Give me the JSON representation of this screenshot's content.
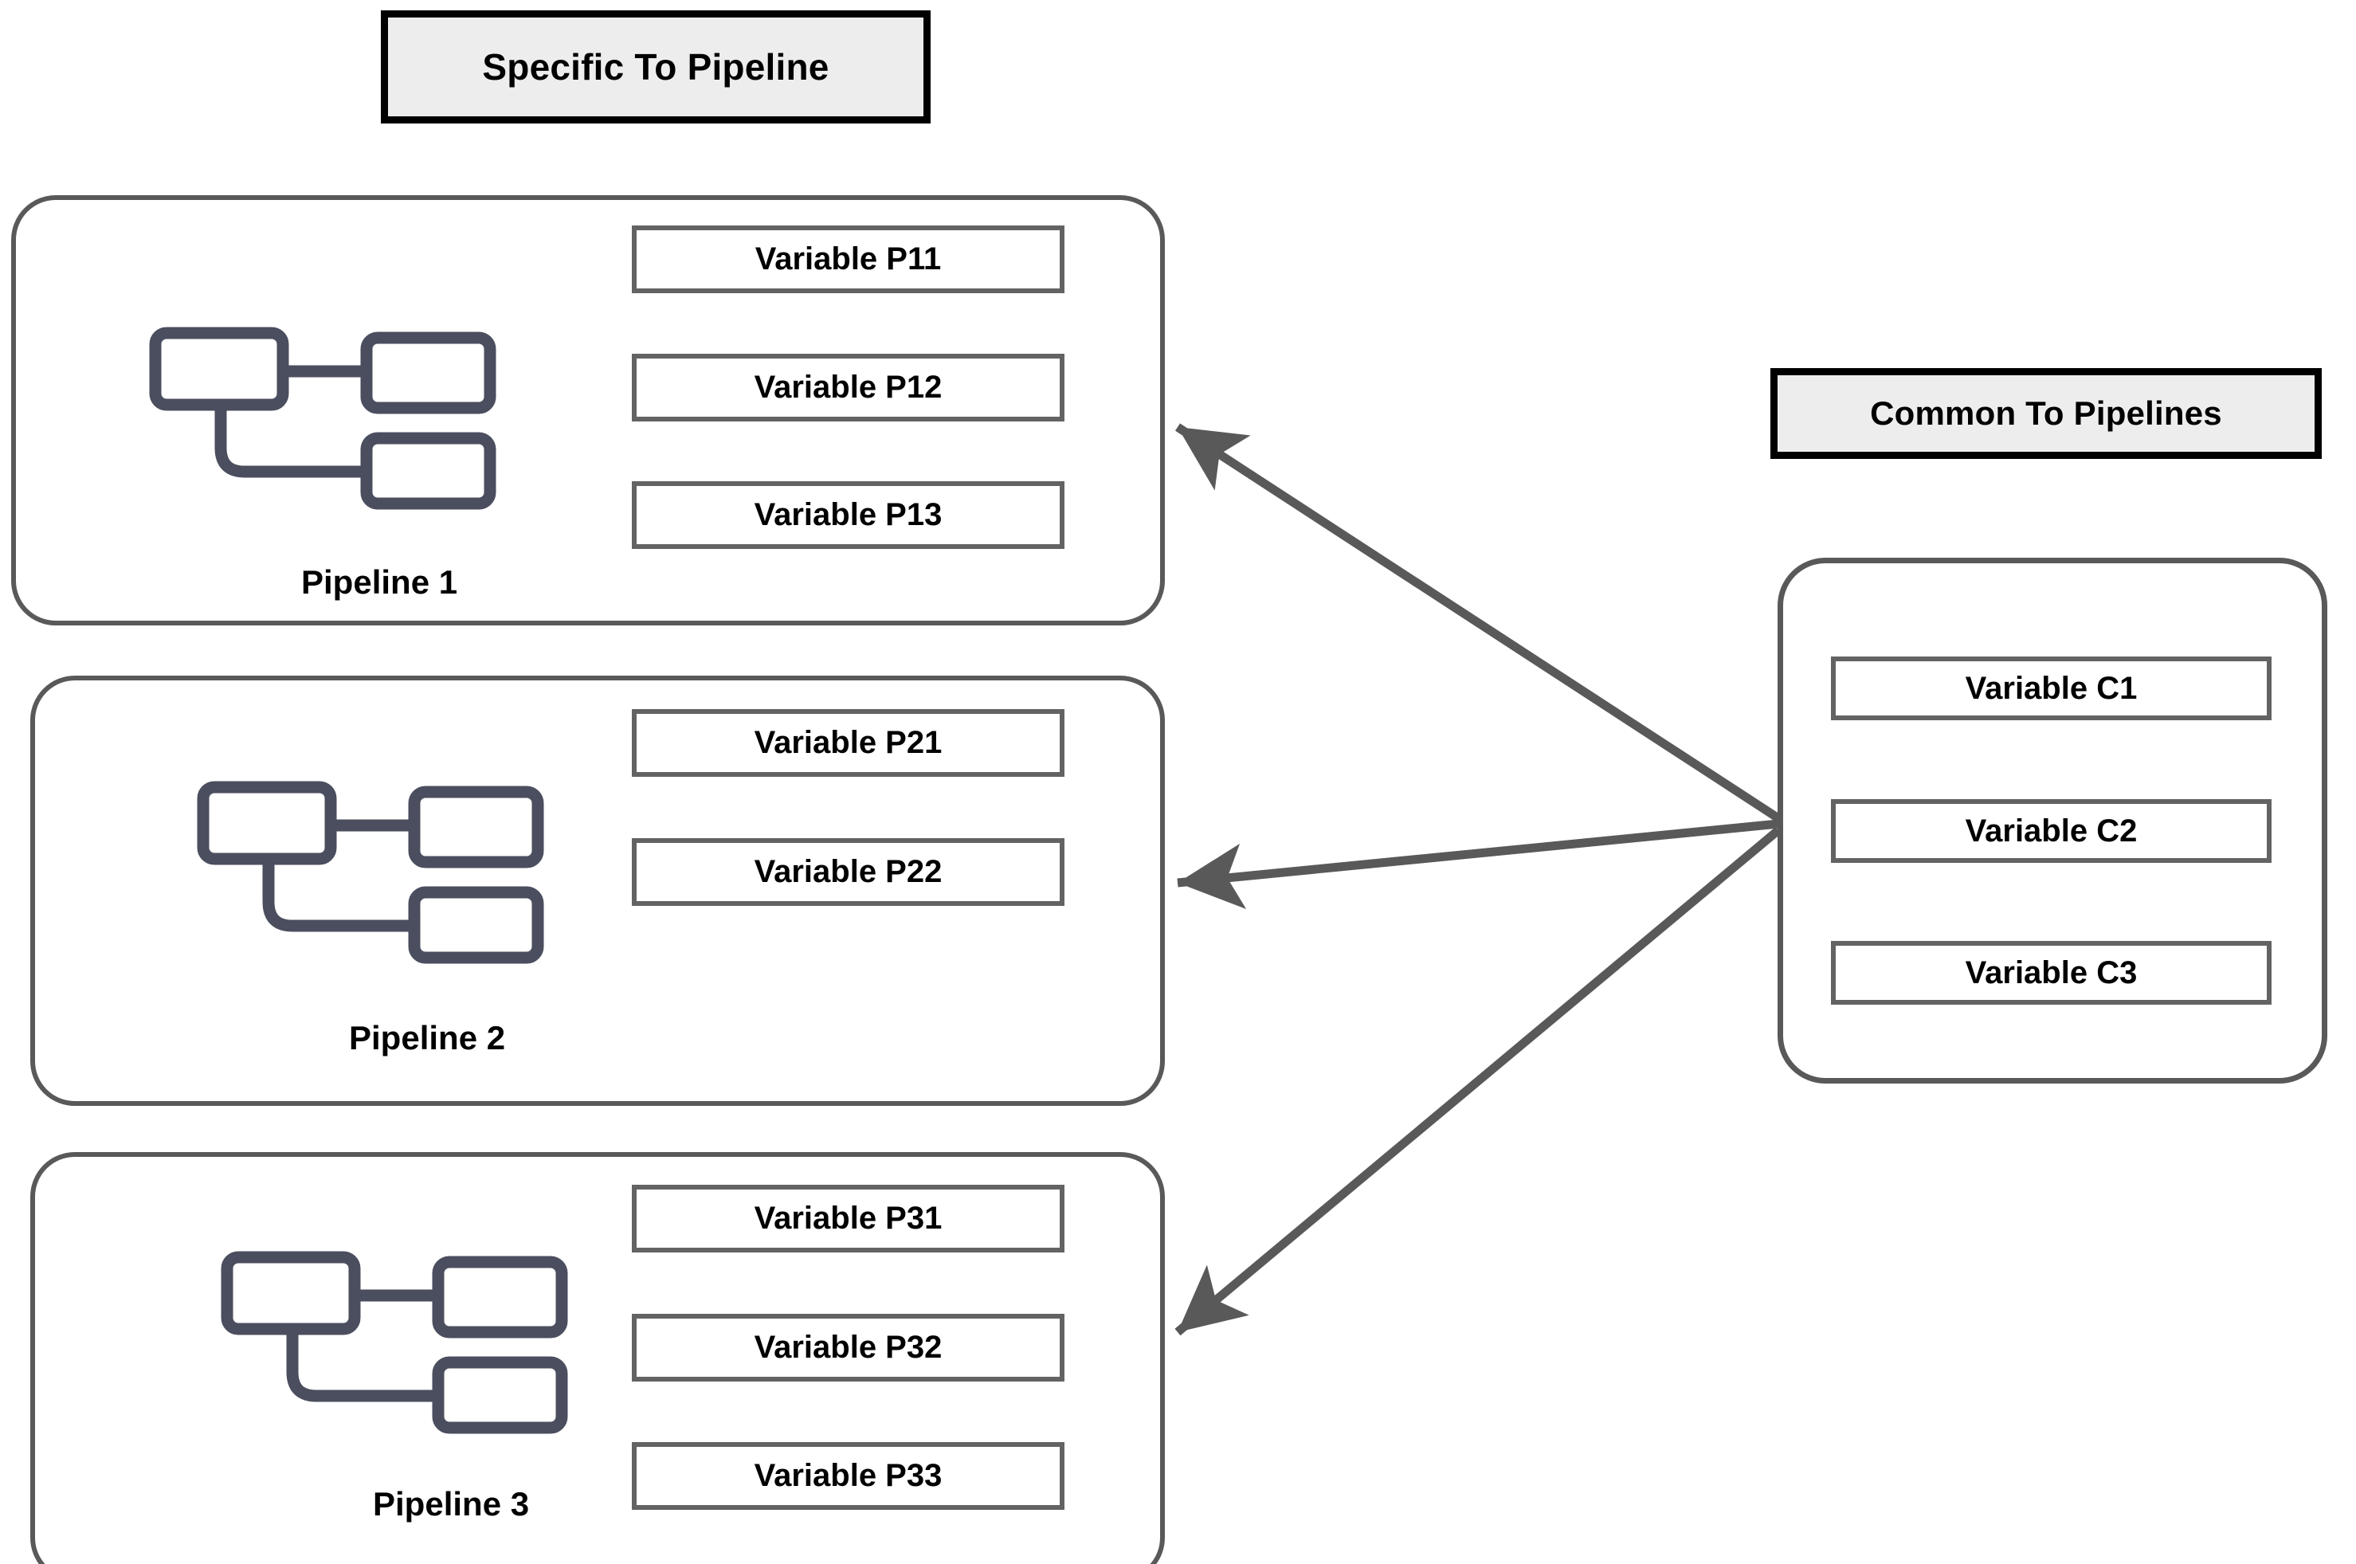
{
  "diagram": {
    "title_specific": "Specific To Pipeline",
    "title_common": "Common To Pipelines",
    "colors": {
      "panel_border": "#595959",
      "var_border": "#636363",
      "title_fill": "#ededed",
      "title_border": "#000000",
      "icon_stroke": "#4b4e5e",
      "arrow": "#595959",
      "background": "#ffffff",
      "text": "#000000"
    },
    "pipelines": [
      {
        "label": "Pipeline 1",
        "icon": "sitemap-icon",
        "variables": [
          "Variable P11",
          "Variable P12",
          "Variable P13"
        ]
      },
      {
        "label": "Pipeline 2",
        "icon": "sitemap-icon",
        "variables": [
          "Variable P21",
          "Variable P22"
        ]
      },
      {
        "label": "Pipeline 3",
        "icon": "sitemap-icon",
        "variables": [
          "Variable P31",
          "Variable P32",
          "Variable P33"
        ]
      }
    ],
    "common": {
      "variables": [
        "Variable C1",
        "Variable C2",
        "Variable C3"
      ]
    },
    "arrows": [
      {
        "from": "common-variables",
        "to": "pipeline-1",
        "style": "solid-arrowhead"
      },
      {
        "from": "common-variables",
        "to": "pipeline-2",
        "style": "solid-arrowhead"
      },
      {
        "from": "common-variables",
        "to": "pipeline-3",
        "style": "solid-arrowhead"
      }
    ]
  }
}
